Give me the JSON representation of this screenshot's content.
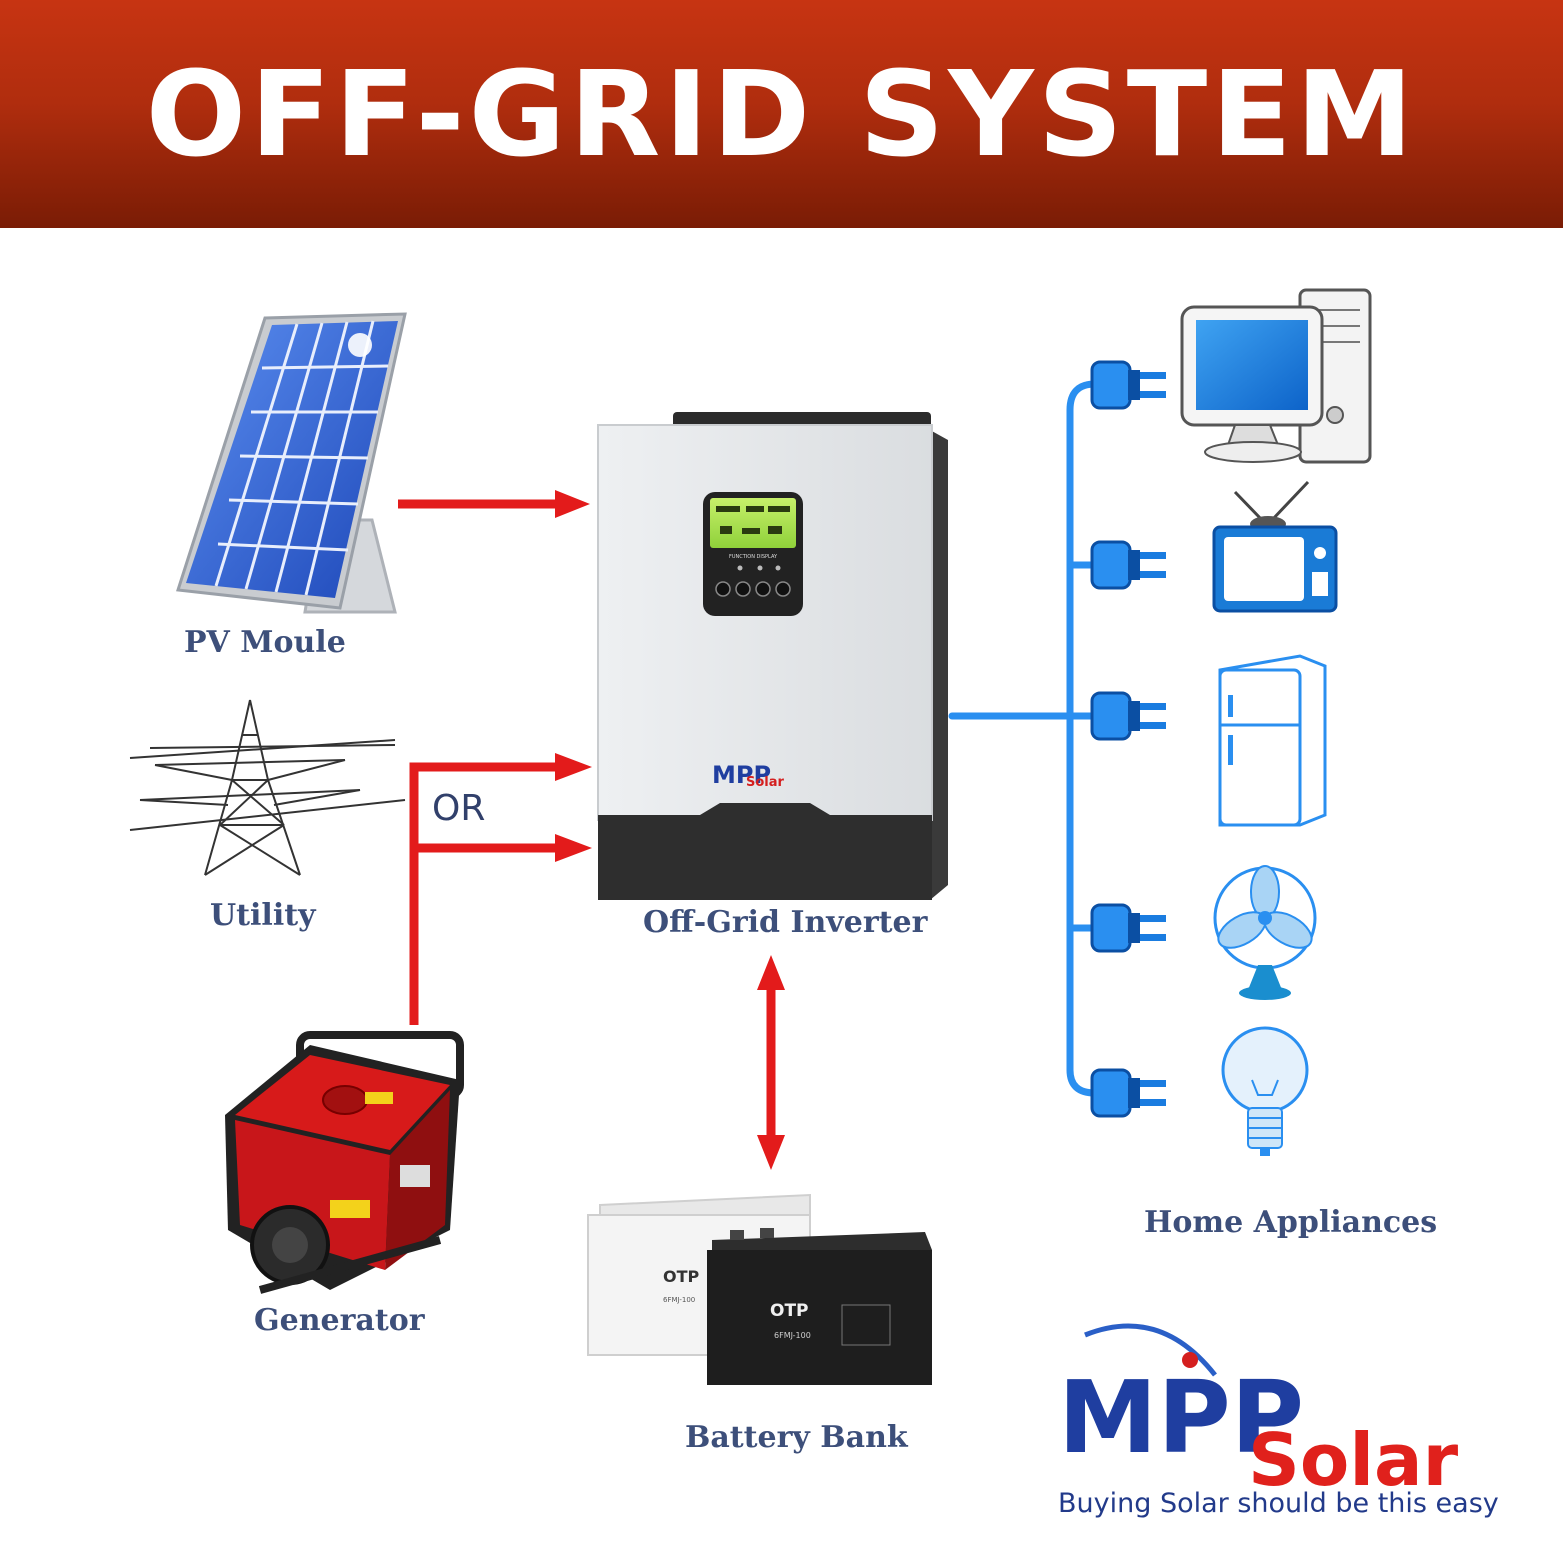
{
  "title": "OFF-GRID SYSTEM",
  "labels": {
    "pv": "PV Moule",
    "utility": "Utility",
    "generator": "Generator",
    "inverter": "Off-Grid Inverter",
    "battery": "Battery Bank",
    "appliances": "Home Appliances",
    "or": "OR"
  },
  "inverter": {
    "brand_mpp": "MPP",
    "brand_solar": "Solar",
    "panel_text": "FUNCTION DISPLAY"
  },
  "batteries": {
    "brand": "OTP",
    "model": "6FMJ-100"
  },
  "logo": {
    "mpp": "MPP",
    "solar": "Solar",
    "tagline": "Buying Solar should be this easy"
  },
  "appliances": [
    {
      "icon": "computer-icon"
    },
    {
      "icon": "tv-icon"
    },
    {
      "icon": "fridge-icon"
    },
    {
      "icon": "fan-icon"
    },
    {
      "icon": "lightbulb-icon"
    }
  ],
  "colors": {
    "banner": "#b02d0e",
    "arrow_red": "#e31b1b",
    "wire_blue": "#2a8ff0",
    "label": "#3d4f7a"
  }
}
